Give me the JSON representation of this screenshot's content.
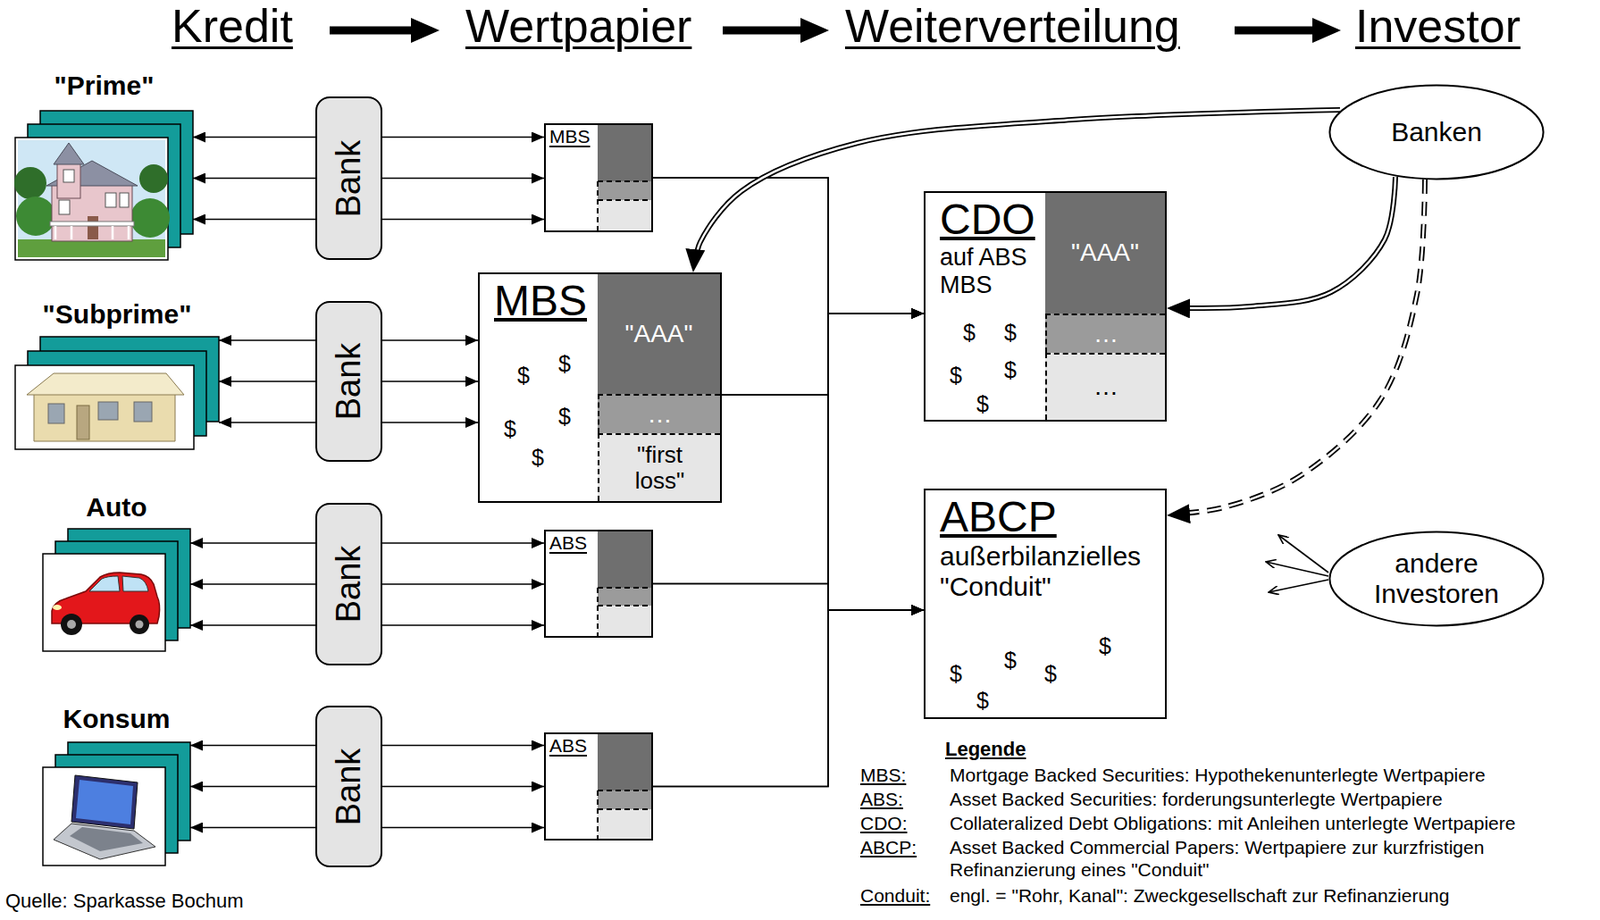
{
  "diagram": {
    "nodes": [
      {
        "text": [
          "\"Prime\""
        ]
      },
      {
        "text": [
          "Bank"
        ]
      },
      {
        "text": [
          "MBS"
        ]
      },
      {
        "text": [
          "\"Subprime\""
        ]
      },
      {
        "text": [
          "Bank"
        ]
      },
      {
        "text": [
          "MBS",
          "$",
          "$",
          "$",
          "$",
          "$"
        ]
      },
      {
        "text": [
          "\"AAA\""
        ],
        "in": 5
      },
      {
        "text": [
          "…"
        ],
        "in": 5
      },
      {
        "text": [
          "\"first loss\""
        ],
        "in": 5
      },
      {
        "text": [
          "Auto"
        ]
      },
      {
        "text": [
          "Bank"
        ]
      },
      {
        "text": [
          "ABS"
        ]
      },
      {
        "text": [
          "Konsum"
        ]
      },
      {
        "text": [
          "Bank"
        ]
      },
      {
        "text": [
          "ABS"
        ]
      },
      {
        "text": [
          "Banken"
        ]
      },
      {
        "text": [
          "CDO",
          "auf ABS MBS",
          "$",
          "$",
          "$",
          "$",
          "$"
        ]
      },
      {
        "text": [
          "\"AAA\""
        ],
        "in": 16
      },
      {
        "text": [
          "…"
        ],
        "in": 16
      },
      {
        "text": [
          "…"
        ],
        "in": 16
      },
      {
        "text": [
          "ABCP",
          "außerbilanzielles \"Conduit\"",
          "$",
          "$",
          "$",
          "$",
          "$"
        ]
      },
      {
        "text": [
          "andere Investoren"
        ]
      }
    ],
    "edges": [
      {
        "from": 1,
        "to": 0,
        "arrow": "to"
      },
      {
        "from": 1,
        "to": 0,
        "arrow": "to"
      },
      {
        "from": 1,
        "to": 0,
        "arrow": "to"
      },
      {
        "from": 1,
        "to": 2,
        "arrow": "to"
      },
      {
        "from": 1,
        "to": 2,
        "arrow": "to"
      },
      {
        "from": 1,
        "to": 2,
        "arrow": "to"
      },
      {
        "from": 4,
        "to": 3,
        "arrow": "to"
      },
      {
        "from": 4,
        "to": 3,
        "arrow": "to"
      },
      {
        "from": 4,
        "to": 3,
        "arrow": "to"
      },
      {
        "from": 4,
        "to": 5,
        "arrow": "to"
      },
      {
        "from": 4,
        "to": 5,
        "arrow": "to"
      },
      {
        "from": 4,
        "to": 5,
        "arrow": "to"
      },
      {
        "from": 10,
        "to": 9,
        "arrow": "to"
      },
      {
        "from": 10,
        "to": 9,
        "arrow": "to"
      },
      {
        "from": 10,
        "to": 9,
        "arrow": "to"
      },
      {
        "from": 10,
        "to": 11,
        "arrow": "to"
      },
      {
        "from": 10,
        "to": 11,
        "arrow": "to"
      },
      {
        "from": 10,
        "to": 11,
        "arrow": "to"
      },
      {
        "from": 13,
        "to": 12,
        "arrow": "to"
      },
      {
        "from": 13,
        "to": 12,
        "arrow": "to"
      },
      {
        "from": 13,
        "to": 12,
        "arrow": "to"
      },
      {
        "from": 13,
        "to": 14,
        "arrow": "to"
      },
      {
        "from": 13,
        "to": 14,
        "arrow": "to"
      },
      {
        "from": 13,
        "to": 14,
        "arrow": "to"
      },
      {
        "from": 2,
        "to": 16,
        "arrow": "to"
      },
      {
        "from": 2,
        "to": 20,
        "arrow": "to"
      },
      {
        "from": 5,
        "to": 16,
        "arrow": "to"
      },
      {
        "from": 5,
        "to": 20,
        "arrow": "to"
      },
      {
        "from": 11,
        "to": 16,
        "arrow": "to"
      },
      {
        "from": 11,
        "to": 20,
        "arrow": "to"
      },
      {
        "from": 14,
        "to": 16,
        "arrow": "to"
      },
      {
        "from": 14,
        "to": 20,
        "arrow": "to"
      },
      {
        "from": 15,
        "to": 6,
        "arrow": "to"
      },
      {
        "from": 15,
        "to": 17,
        "arrow": "to"
      },
      {
        "from": 15,
        "to": 20,
        "arrow": "to"
      }
    ],
    "labels": [
      "Kredit",
      "Wertpapier",
      "Weiterverteilung",
      "Investor",
      "Legende",
      "MBS:",
      "Mortgage Backed Securities: Hypothekenunterlegte Wertpapiere",
      "ABS:",
      "Asset Backed Securities: forderungsunterlegte Wertpapiere",
      "CDO:",
      "Collateralized Debt Obligations: mit Anleihen unterlegte Wertpapiere",
      "ABCP:",
      "Asset Backed Commercial Papers: Wertpapiere zur kurzfristigen Refinanzierung eines \"Conduit\"",
      "Conduit:",
      "engl. = \"Rohr, Kanal\": Zweckgesellschaft zur Refinanzierung",
      "Quelle: Sparkasse Bochum"
    ]
  }
}
